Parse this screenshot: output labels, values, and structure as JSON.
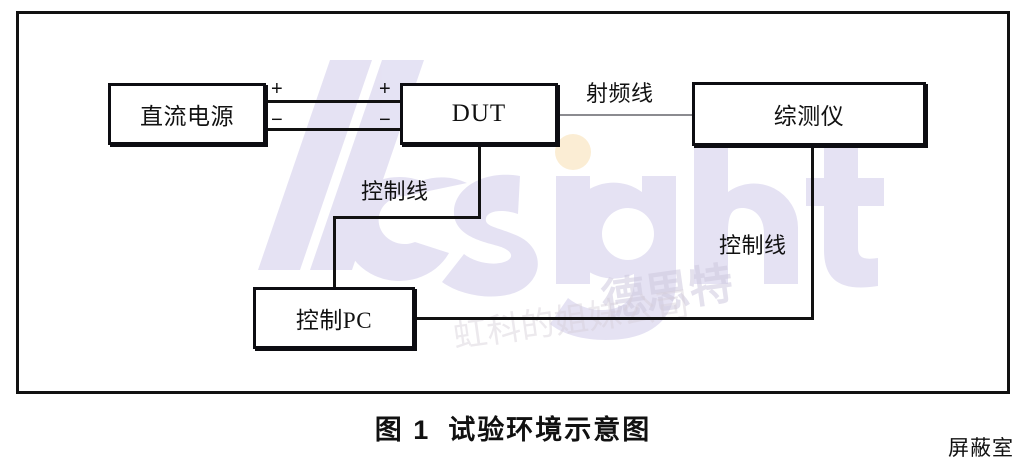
{
  "figure": {
    "caption_prefix": "图 1",
    "caption_title": "试验环境示意图",
    "enclosure_label": "屏蔽室"
  },
  "nodes": [
    {
      "id": "dc",
      "label": "直流电源"
    },
    {
      "id": "dut",
      "label": "DUT"
    },
    {
      "id": "tester",
      "label": "综测仪"
    },
    {
      "id": "pc",
      "label": "控制PC"
    }
  ],
  "connections": [
    {
      "id": "power_plus",
      "from": "dc",
      "to": "dut",
      "label": "",
      "from_terminal": "+",
      "to_terminal": "+",
      "color": "#111111"
    },
    {
      "id": "power_minus",
      "from": "dc",
      "to": "dut",
      "label": "",
      "from_terminal": "−",
      "to_terminal": "−",
      "color": "#111111"
    },
    {
      "id": "rf_cable",
      "from": "dut",
      "to": "tester",
      "label": "射频线",
      "color": "#8b8b90"
    },
    {
      "id": "control_dut",
      "from": "dut",
      "to": "pc",
      "label": "控制线",
      "color": "#111111"
    },
    {
      "id": "control_test",
      "from": "tester",
      "to": "pc",
      "label": "控制线",
      "color": "#111111"
    }
  ],
  "terminals": {
    "dc_plus": "+",
    "dc_minus": "−",
    "dut_plus": "+",
    "dut_minus": "−"
  },
  "labels": {
    "rf_line": "射频线",
    "control_line_left": "控制线",
    "control_line_right": "控制线"
  },
  "watermark": {
    "brand_text": "esight",
    "cn_brand": "德思特",
    "cn_tagline": "虹科的姐妹公司",
    "color": "#e3e0f2",
    "accent_color": "#fbedd2"
  },
  "colors": {
    "stroke": "#111111",
    "rf_stroke": "#8b8b90",
    "background": "#ffffff"
  }
}
